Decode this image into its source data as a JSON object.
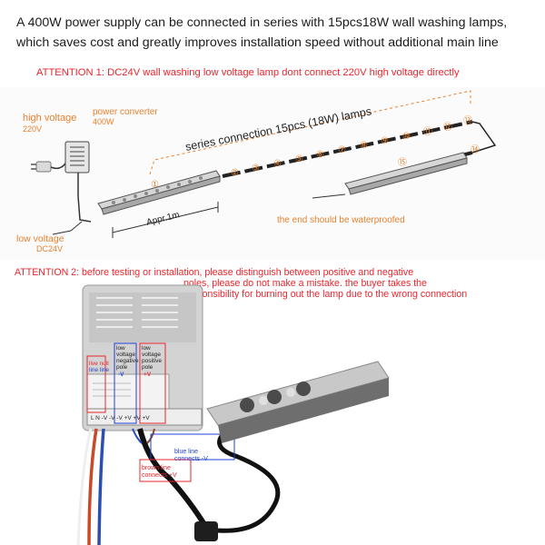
{
  "intro": {
    "line1": "A 400W power supply can be connected in series with 15pcs18W wall washing lamps,",
    "line2": "which saves cost and greatly improves installation speed without additional main line"
  },
  "attention1": "ATTENTION 1: DC24V wall washing low voltage lamp dont connect 220V high voltage directly",
  "diagram": {
    "high_voltage": "high voltage",
    "high_voltage_value": "220V",
    "converter": "power converter",
    "converter_value": "400W",
    "series_label": "series connection 15pcs (18W) lamps",
    "low_voltage": "low voltage",
    "low_voltage_value": "DC24V",
    "length": "Appr.1m",
    "end_note": "the end should be waterproofed",
    "n1": "①",
    "n2": "②",
    "n3": "③",
    "n4": "④",
    "n5": "⑤",
    "n6": "⑥",
    "n7": "⑦",
    "n8": "⑧",
    "n9": "⑨",
    "n10": "⑩",
    "n11": "⑪",
    "n12": "⑫",
    "n13": "⑬",
    "n14": "⑭",
    "n15": "⑮"
  },
  "attention2": {
    "line1": "ATTENTION 2: before testing or installation, please distinguish between positive and negative",
    "line2": "poles, please do not make a mistake. the buyer takes the",
    "line3": "responsibility for burning out the lamp due to the wrong connection"
  },
  "photo": {
    "live_null_1": "live null",
    "live_null_2": "line line",
    "neg1": "low",
    "neg2": "voltage",
    "neg3": "negative",
    "neg4": "pole",
    "neg_sign": "-V",
    "pos1": "low",
    "pos2": "voltage",
    "pos3": "positive",
    "pos4": "pole",
    "pos_sign": "+V",
    "terminals": "L  N    -V -V -V +V +V +V",
    "blue1": "blue line",
    "blue2": "connects -V",
    "brown1": "brown line",
    "brown2": "connects +V"
  },
  "colors": {
    "warning": "#e8262d",
    "orange": "#e8812f",
    "blue": "#1f3fd0",
    "text": "#1c1c1c"
  }
}
